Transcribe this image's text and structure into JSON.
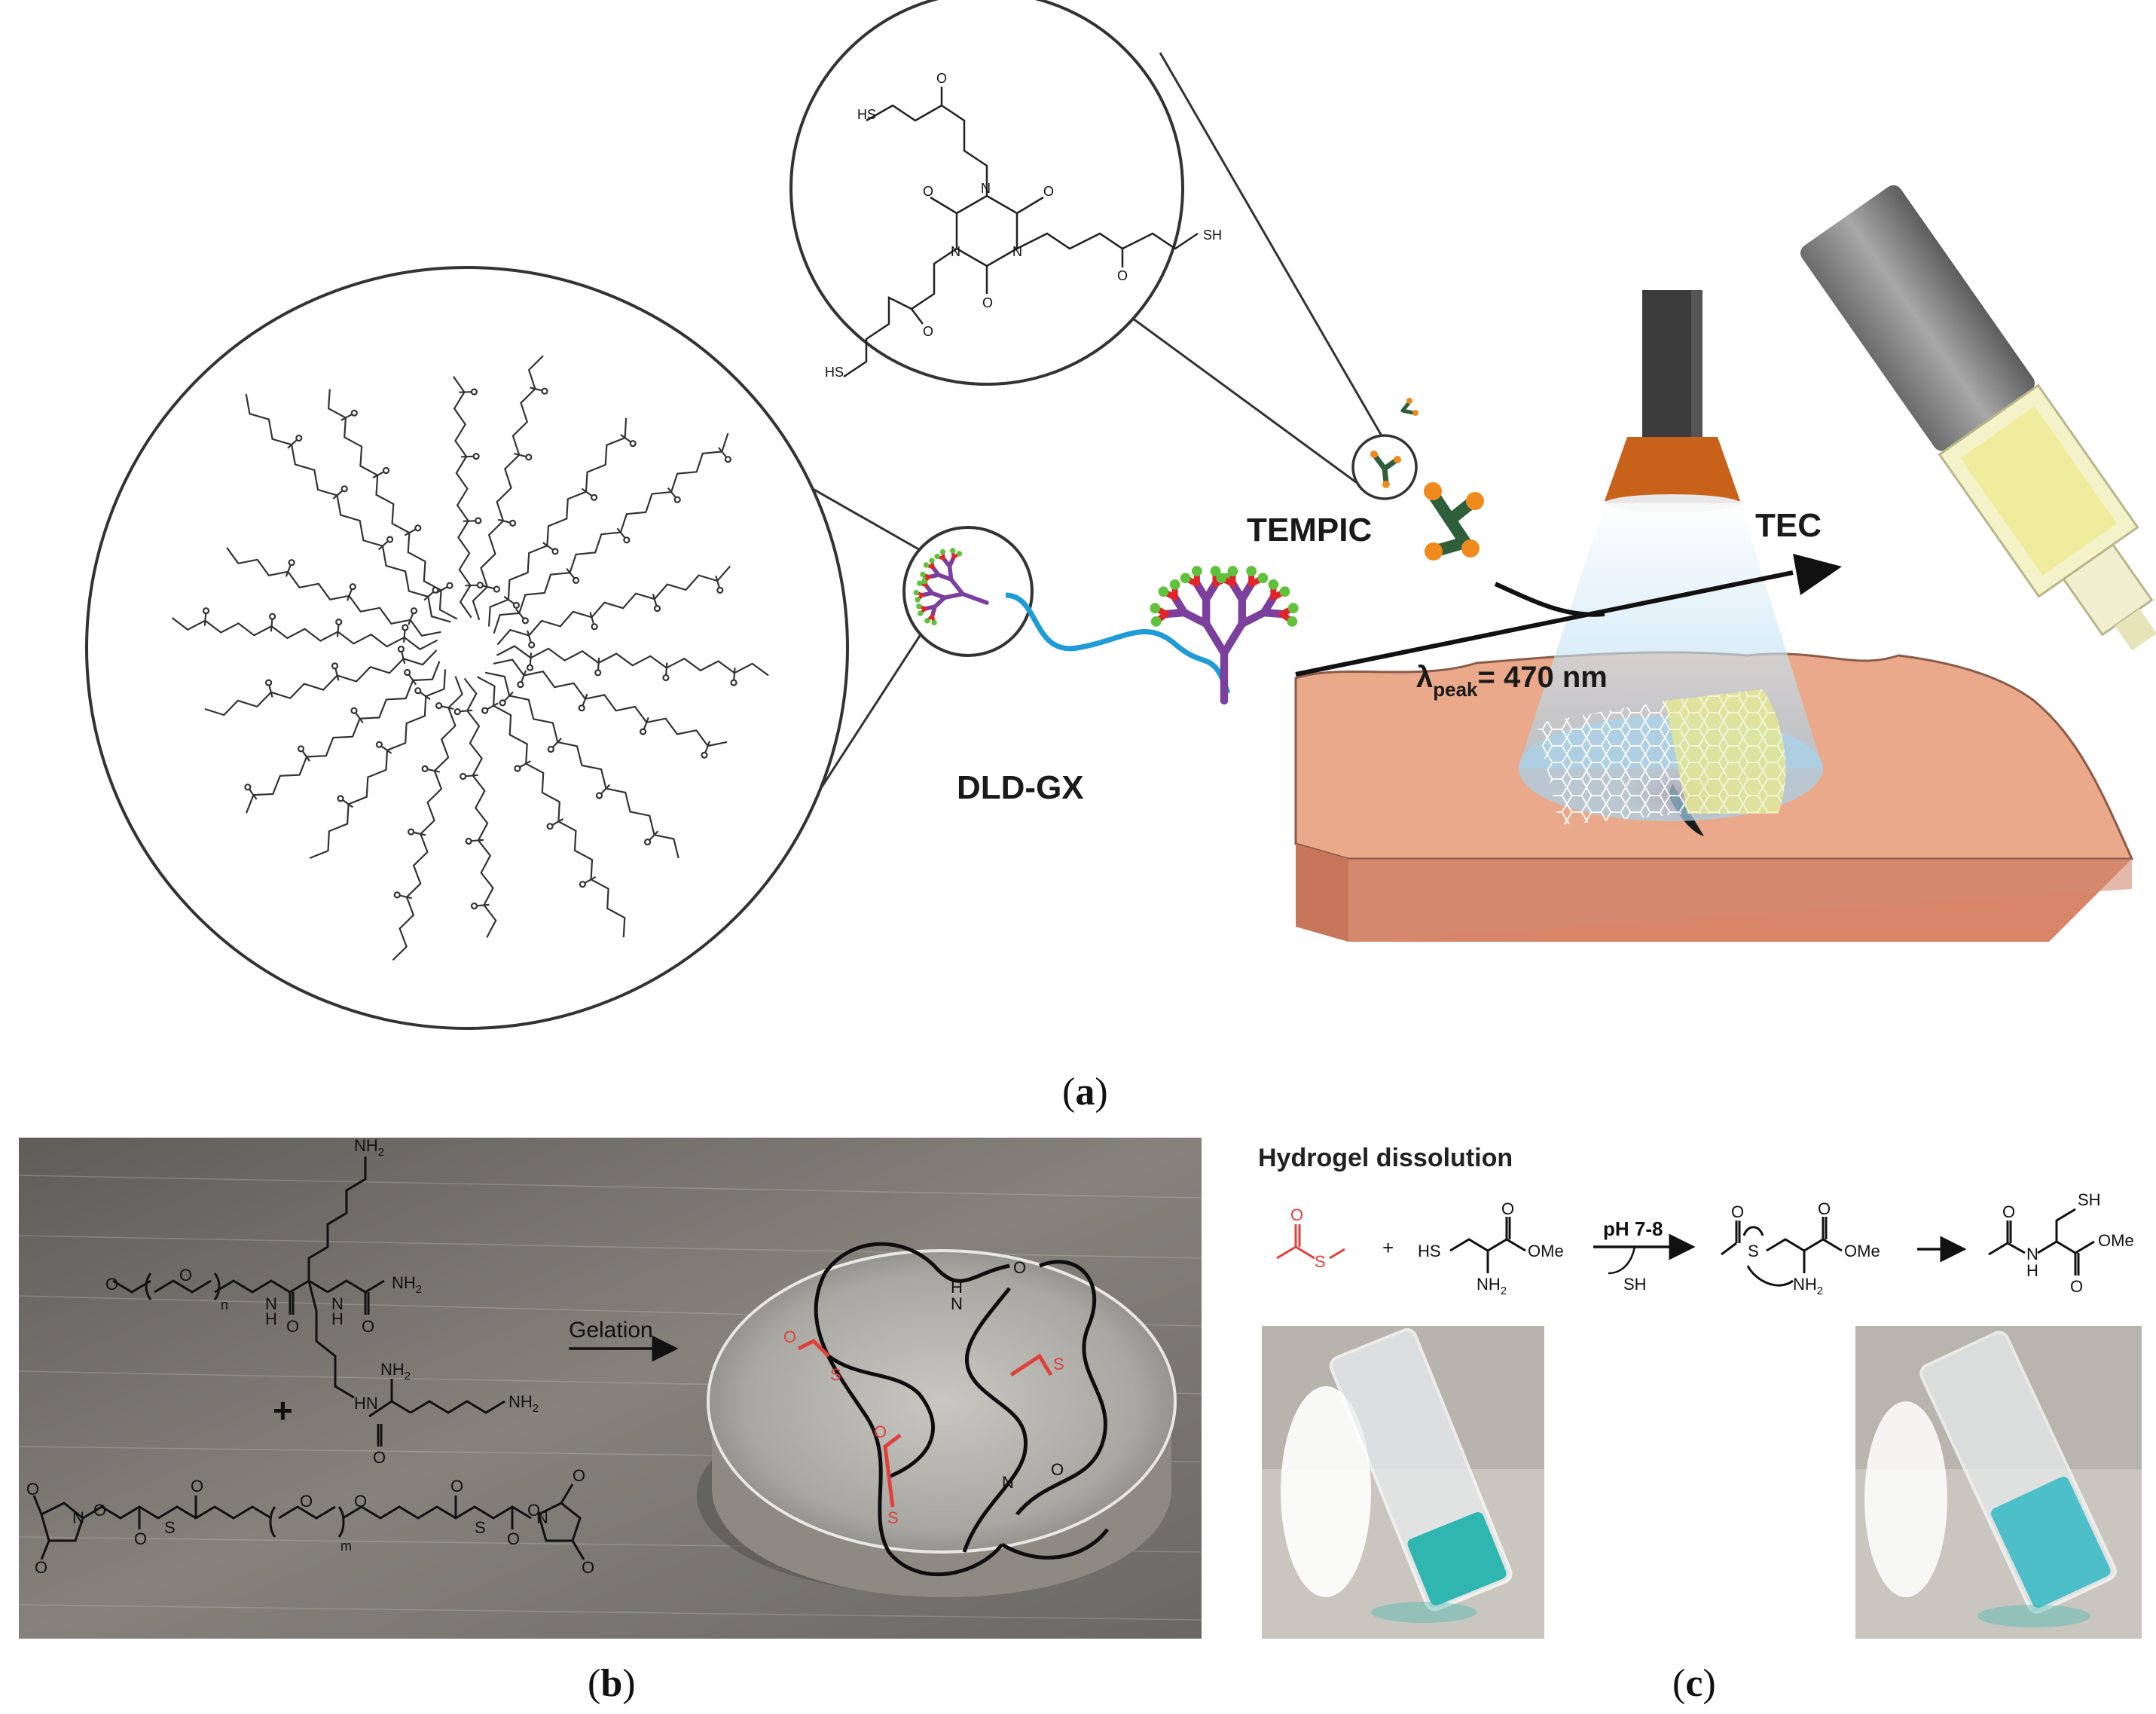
{
  "panel_a": {
    "caption_open": "(",
    "caption_letter": "a",
    "caption_close": ")",
    "labels": {
      "tempic": "TEMPIC",
      "tec": "TEC",
      "dldgx": "DLD-GX",
      "lambda_prefix": "λ",
      "lambda_sub": "peak",
      "lambda_value": "= 470 nm"
    },
    "tempic_atoms": {
      "sh_top": "HS",
      "sh_right": "SH",
      "sh_bottom": "HS",
      "n": "N",
      "o": "O"
    }
  },
  "panel_b": {
    "caption_open": "(",
    "caption_letter": "b",
    "caption_close": ")",
    "gelation_label": "Gelation",
    "plus": "+",
    "atoms": {
      "nh2": "NH",
      "nh2_sub": "2",
      "hn": "HN",
      "h": "H",
      "n": "N",
      "o": "O",
      "s": "S",
      "sub_n": "n",
      "sub_m": "m"
    }
  },
  "panel_c": {
    "caption_open": "(",
    "caption_letter": "c",
    "caption_close": ")",
    "title": "Hydrogel dissolution",
    "conditions": "pH 7-8",
    "byproduct": "SH",
    "atoms": {
      "s": "S",
      "hs": "HS",
      "sh": "SH",
      "ome": "OMe",
      "nh2": "NH",
      "nh2_sub": "2",
      "n": "N",
      "h": "H",
      "o": "O",
      "plus": "+"
    }
  },
  "colors": {
    "dendron_purple": "#7b3f9e",
    "dendron_red": "#e0242a",
    "dendron_green": "#5fc23a",
    "peg_blue": "#1f9bd8",
    "tempic_green": "#2f5e3a",
    "tempic_orange": "#f08a1c",
    "skin": "#e9a88a",
    "lamp_orange": "#c8621a",
    "thioester_red": "#e0403a",
    "teal_gel": "#2fb6b0"
  }
}
